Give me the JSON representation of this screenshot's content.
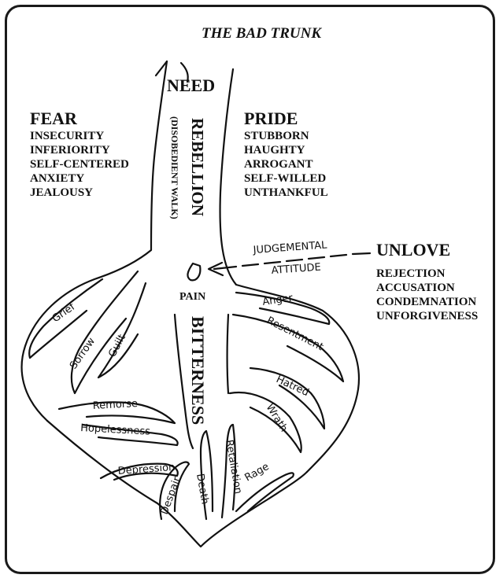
{
  "title": "THE BAD TRUNK",
  "need": "NEED",
  "rebellion": "REBELLION",
  "walk": "(DISOBEDIENT WALK)",
  "pain": "PAIN",
  "bitterness": "BITTERNESS",
  "fear": {
    "heading": "FEAR",
    "items": [
      "INSECURITY",
      "INFERIORITY",
      "SELF-CENTERED",
      "ANXIETY",
      "JEALOUSY"
    ]
  },
  "pride": {
    "heading": "PRIDE",
    "items": [
      "STUBBORN",
      "HAUGHTY",
      "ARROGANT",
      "SELF-WILLED",
      "UNTHANKFUL"
    ]
  },
  "unlove": {
    "heading": "UNLOVE",
    "items": [
      "REJECTION",
      "ACCUSATION",
      "CONDEMNATION",
      "UNFORGIVENESS"
    ]
  },
  "judgemental": {
    "line1": "JUDGEMENTAL",
    "line2": "ATTITUDE"
  },
  "roots": {
    "grief": "Grief",
    "sorrow": "Sorrow",
    "guilt": "Guilt",
    "remorse": "Remorse",
    "hopelessness": "Hopelessness",
    "depression": "Depression",
    "despair": "Despair",
    "death": "Death",
    "retaliation": "Retaliation",
    "rage": "Rage",
    "wrath": "Wrath",
    "hatred": "Hatred",
    "resentment": "Resentment",
    "anger": "Anger"
  }
}
